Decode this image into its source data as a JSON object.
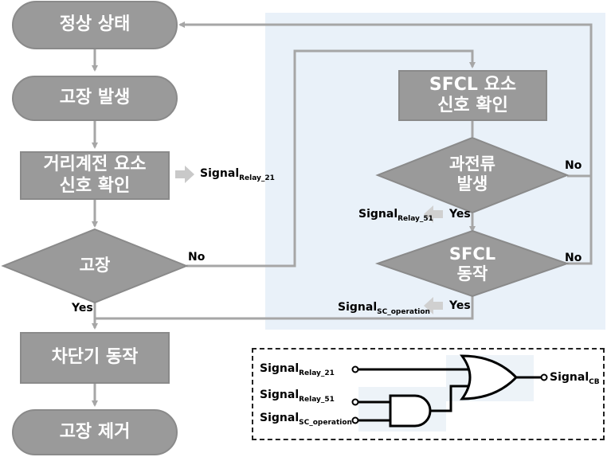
{
  "flowchart": {
    "left": {
      "normal_state": "정상 상태",
      "fault_occurrence": "고장 발생",
      "distance_relay_check": "거리계전 요소\n신호 확인",
      "fault_decision": "고장",
      "breaker_operation": "차단기 동작",
      "fault_removal": "고장 제거"
    },
    "right": {
      "sfcl_check": "SFCL 요소\n신호 확인",
      "overcurrent_decision": "과전류\n발생",
      "sfcl_operation_decision": "SFCL\n동작"
    },
    "branch_labels": {
      "fault_no": "No",
      "fault_yes": "Yes",
      "overcurrent_no": "No",
      "overcurrent_yes": "Yes",
      "sfcl_no": "No",
      "sfcl_yes": "Yes"
    },
    "signals": {
      "relay21": {
        "main": "Signal",
        "sub": "Relay_21"
      },
      "relay51": {
        "main": "Signal",
        "sub": "Relay_51"
      },
      "sc_operation": {
        "main": "Signal",
        "sub": "SC_operation"
      }
    }
  },
  "logic": {
    "in1": {
      "main": "Signal",
      "sub": "Relay_21"
    },
    "in2": {
      "main": "Signal",
      "sub": "Relay_51"
    },
    "in3": {
      "main": "Signal",
      "sub": "SC_operation"
    },
    "out": {
      "main": "Signal",
      "sub": "CB"
    }
  },
  "colors": {
    "node_fill": "#9a9a9a",
    "connector": "#a6a6a6",
    "region": "#e9f1f9"
  }
}
